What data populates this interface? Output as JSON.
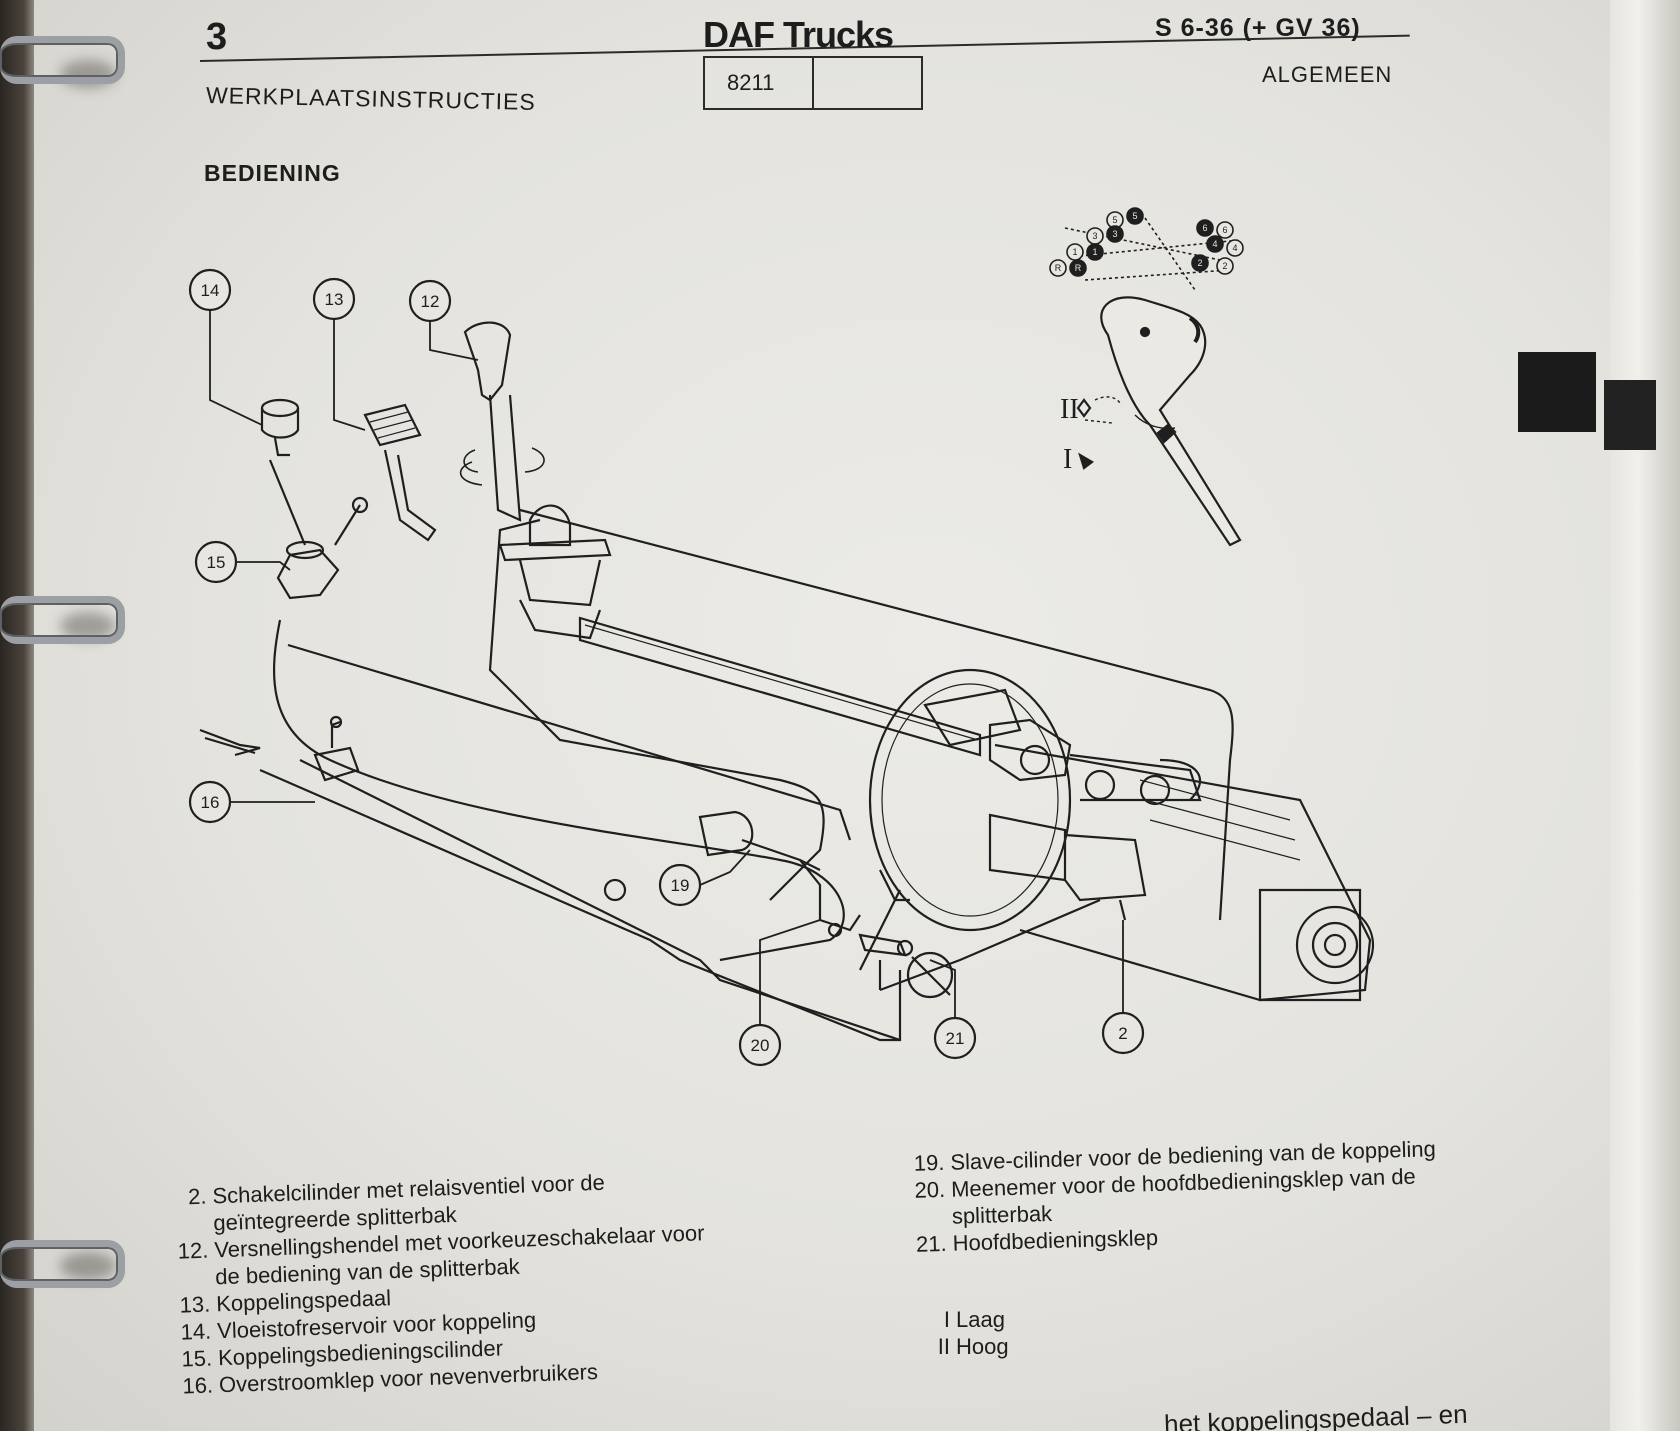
{
  "header": {
    "page_number": "3",
    "brand": "DAF Trucks",
    "model": "S 6-36 (+ GV 36)",
    "department": "WERKPLAATSINSTRUCTIES",
    "doc_code": "8211",
    "section": "ALGEMEEN"
  },
  "subtitle": "BEDIENING",
  "diagram": {
    "callouts": [
      "14",
      "13",
      "12",
      "15",
      "16",
      "19",
      "20",
      "21",
      "2"
    ],
    "position_marks": [
      "II",
      "I"
    ],
    "gear_pattern_labels": [
      "5",
      "5",
      "3",
      "3",
      "1",
      "1",
      "R",
      "R",
      "6",
      "6",
      "4",
      "4",
      "2",
      "2"
    ]
  },
  "legend_left": [
    {
      "num": "2.",
      "text": "Schakelcilinder met relaisventiel voor de",
      "cont": "geïntegreerde splitterbak"
    },
    {
      "num": "12.",
      "text": "Versnellingshendel met voorkeuzeschakelaar voor",
      "cont": "de bediening van de splitterbak"
    },
    {
      "num": "13.",
      "text": "Koppelingspedaal",
      "cont": ""
    },
    {
      "num": "14.",
      "text": "Vloeistofreservoir voor koppeling",
      "cont": ""
    },
    {
      "num": "15.",
      "text": "Koppelingsbedieningscilinder",
      "cont": ""
    },
    {
      "num": "16.",
      "text": "Overstroomklep voor nevenverbruikers",
      "cont": ""
    }
  ],
  "legend_right": [
    {
      "num": "19.",
      "text": "Slave-cilinder voor de bediening van de koppeling",
      "cont": ""
    },
    {
      "num": "20.",
      "text": "Meenemer voor de hoofdbedieningsklep van de",
      "cont": "splitterbak"
    },
    {
      "num": "21.",
      "text": "Hoofdbedieningsklep",
      "cont": ""
    }
  ],
  "positions": [
    {
      "mark": "I",
      "label": "Laag"
    },
    {
      "mark": "II",
      "label": "Hoog"
    }
  ],
  "footer_fragment": "het koppelingspedaal  –  en"
}
